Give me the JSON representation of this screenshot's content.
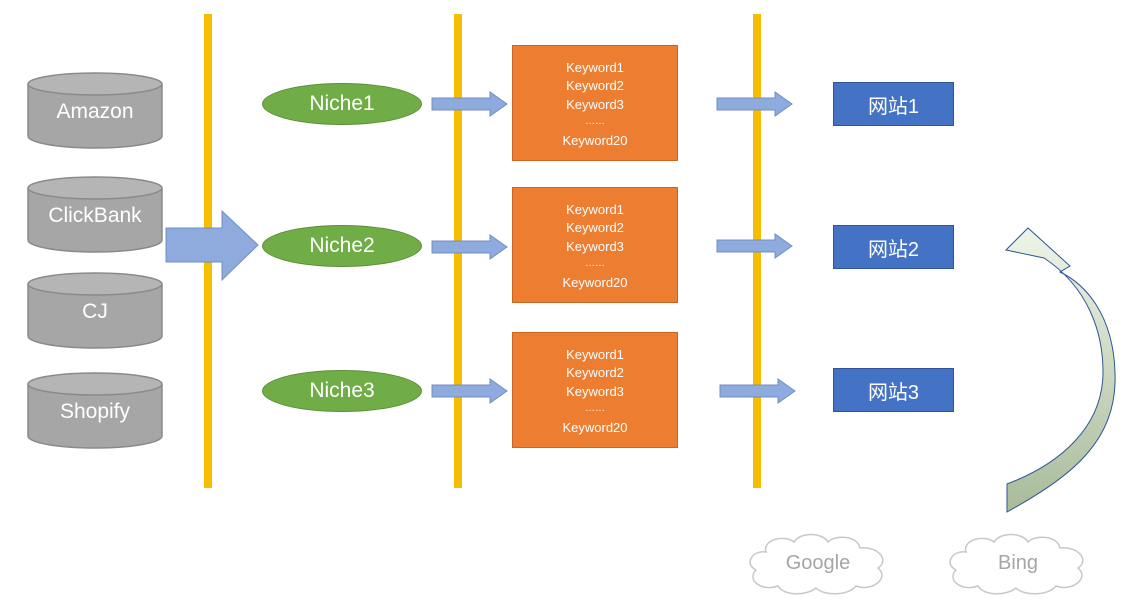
{
  "sources": [
    "Amazon",
    "ClickBank",
    "CJ",
    "Shopify"
  ],
  "niches": [
    "Niche1",
    "Niche2",
    "Niche3"
  ],
  "keyword_groups": [
    {
      "keywords": [
        "Keyword1",
        "Keyword2",
        "Keyword3"
      ],
      "ellipsis": "……",
      "last": "Keyword20"
    },
    {
      "keywords": [
        "Keyword1",
        "Keyword2",
        "Keyword3"
      ],
      "ellipsis": "……",
      "last": "Keyword20"
    },
    {
      "keywords": [
        "Keyword1",
        "Keyword2",
        "Keyword3"
      ],
      "ellipsis": "……",
      "last": "Keyword20"
    }
  ],
  "sites": [
    "网站1",
    "网站2",
    "网站3"
  ],
  "search_engines": [
    "Google",
    "Bing"
  ],
  "colors": {
    "separator": "#F5BE00",
    "database": "#A6A6A6",
    "niche": "#70AD47",
    "keyword_box": "#ED7D31",
    "site": "#4472C4",
    "arrow": "#8FAADC",
    "curved_arrow": "#E2EFDA"
  }
}
